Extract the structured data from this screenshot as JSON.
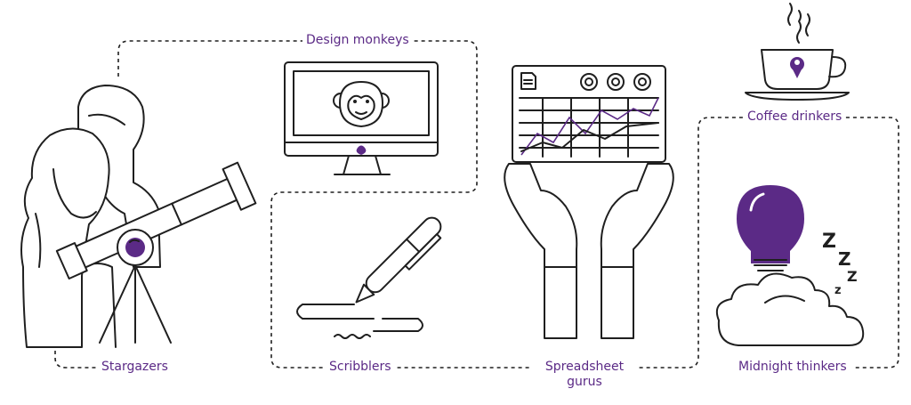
{
  "colors": {
    "line": "#1f1f1f",
    "accent": "#5b2a86",
    "label": "#5b2a86",
    "background": "#ffffff"
  },
  "labels": {
    "design_monkeys": "Design monkeys",
    "stargazers": "Stargazers",
    "scribblers": "Scribblers",
    "spreadsheet_gurus_line1": "Spreadsheet",
    "spreadsheet_gurus_line2": "gurus",
    "coffee_drinkers": "Coffee drinkers",
    "midnight_thinkers": "Midnight thinkers"
  },
  "illustrations": [
    {
      "name": "stargazers-telescope-illustration",
      "icon": "people-with-telescope"
    },
    {
      "name": "design-monkeys-monitor-illustration",
      "icon": "monitor-with-monkey"
    },
    {
      "name": "scribblers-pen-illustration",
      "icon": "pen-writing"
    },
    {
      "name": "spreadsheet-gurus-tablet-illustration",
      "icon": "hands-holding-spreadsheet"
    },
    {
      "name": "coffee-drinkers-cup-illustration",
      "icon": "coffee-cup"
    },
    {
      "name": "midnight-thinkers-lightbulb-illustration",
      "icon": "lightbulb-clouds-zzz"
    }
  ],
  "sleep_letters": [
    "Z",
    "Z",
    "Z",
    "z"
  ]
}
